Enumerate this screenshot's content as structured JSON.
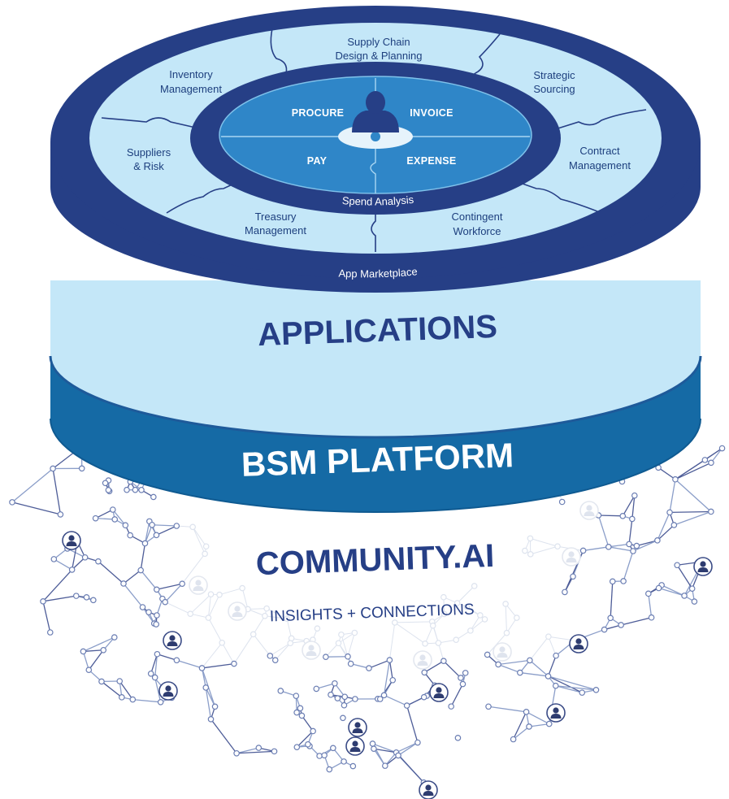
{
  "colors": {
    "dark_navy": "#263f86",
    "light_blue": "#c4e7f8",
    "mid_blue": "#156aa5",
    "core_blue": "#2f86c8",
    "text_navy": "#1d3f7e",
    "network_line": "#8b9ec9"
  },
  "core": {
    "procure": "PROCURE",
    "invoice": "INVOICE",
    "pay": "PAY",
    "expense": "EXPENSE",
    "user_icon": "person-icon"
  },
  "inner_ring_label": "Spend Analysis",
  "modules": {
    "supply_chain_line1": "Supply Chain",
    "supply_chain_line2": "Design & Planning",
    "strategic_line1": "Strategic",
    "strategic_line2": "Sourcing",
    "contract_line1": "Contract",
    "contract_line2": "Management",
    "contingent_line1": "Contingent",
    "contingent_line2": "Workforce",
    "treasury_line1": "Treasury",
    "treasury_line2": "Management",
    "suppliers_line1": "Suppliers",
    "suppliers_line2": "& Risk",
    "inventory_line1": "Inventory",
    "inventory_line2": "Management"
  },
  "outer_ring_label": "App Marketplace",
  "applications_label": "APPLICATIONS",
  "platform_label": "BSM PLATFORM",
  "community_title": "COMMUNITY.AI",
  "community_subtitle": "INSIGHTS + CONNECTIONS"
}
